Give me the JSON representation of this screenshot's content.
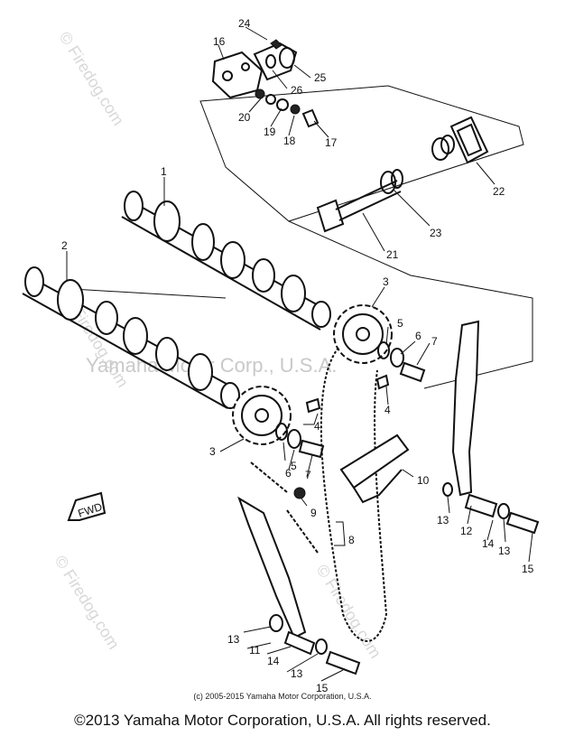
{
  "watermarks": {
    "small": "© Firedog.com",
    "center": "Yamaha Motor Corp., U.S.A."
  },
  "callouts": [
    "1",
    "2",
    "3",
    "3",
    "4",
    "4",
    "5",
    "5",
    "6",
    "6",
    "7",
    "7",
    "8",
    "9",
    "10",
    "11",
    "12",
    "13",
    "13",
    "13",
    "13",
    "14",
    "14",
    "15",
    "15",
    "16",
    "17",
    "18",
    "19",
    "20",
    "21",
    "22",
    "23",
    "24",
    "25",
    "26"
  ],
  "fwd_label": "FWD",
  "inner_copyright": "(c) 2005-2015 Yamaha Motor Corporation, U.S.A.",
  "footer": "©2013 Yamaha Motor Corporation, U.S.A. All rights reserved."
}
